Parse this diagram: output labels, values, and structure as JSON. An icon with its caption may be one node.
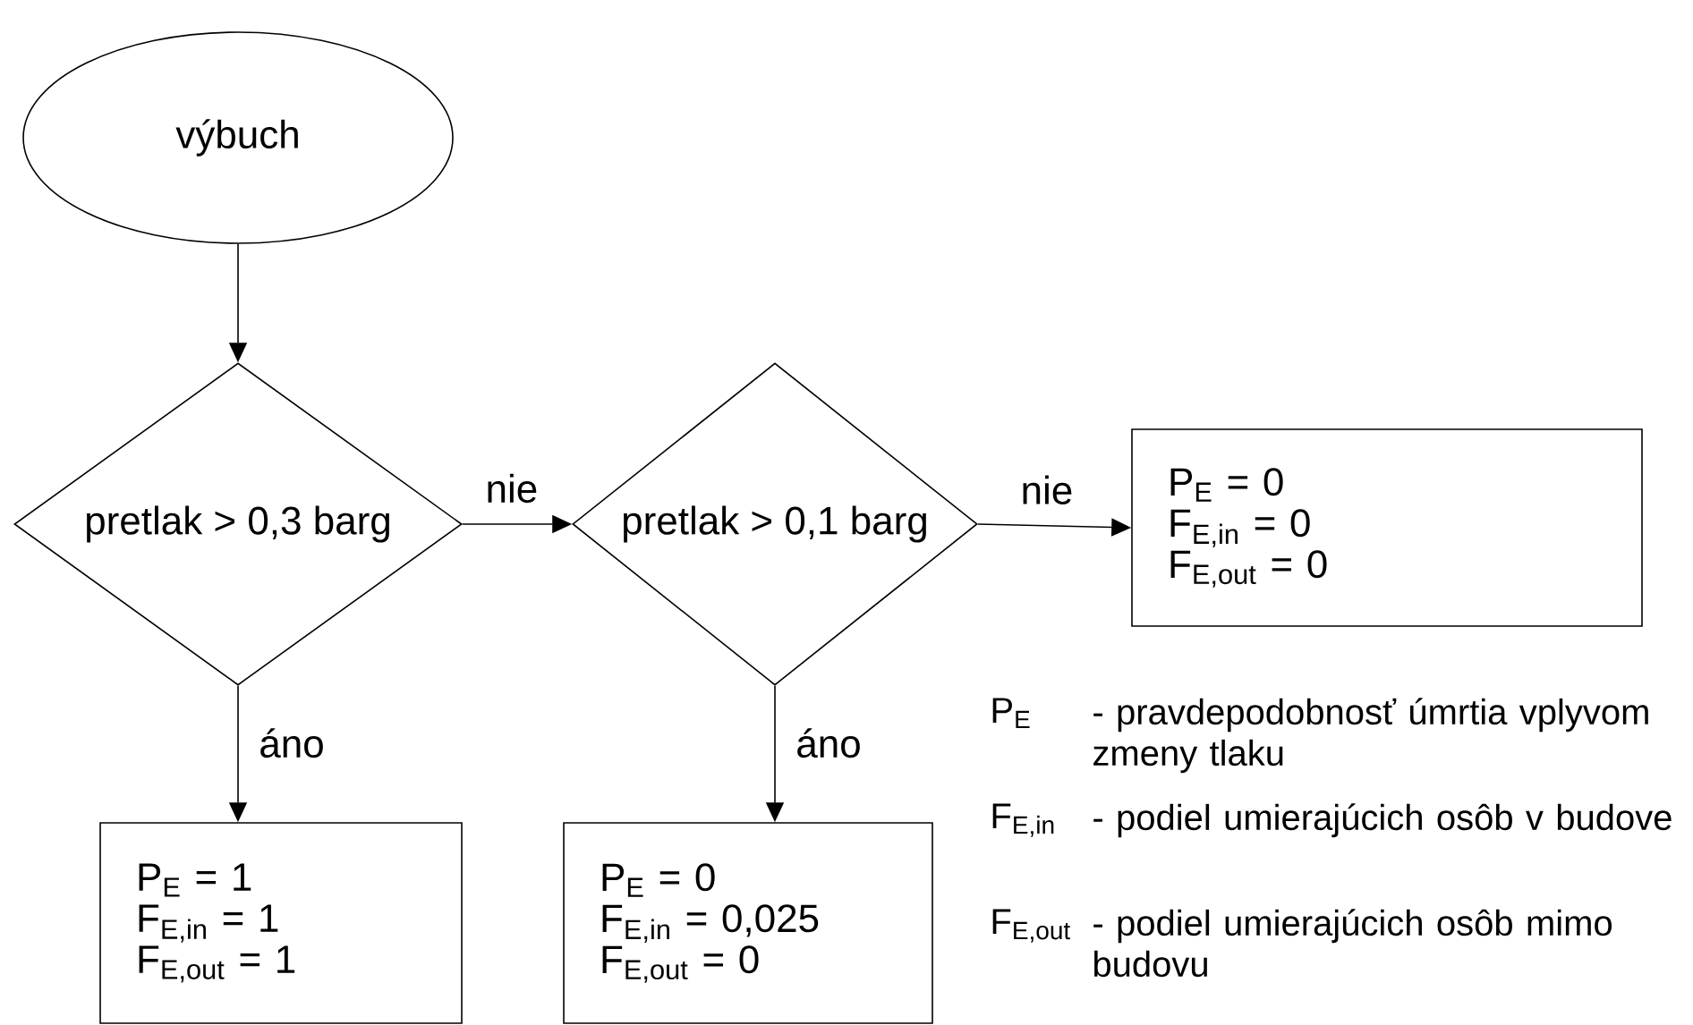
{
  "diagram": {
    "nodes": [
      {
        "text": [
          "výbuch"
        ]
      },
      {
        "text": [
          "pretlak > 0,3 barg"
        ]
      },
      {
        "text": [
          "pretlak > 0,1 barg"
        ]
      },
      {
        "text": [
          "P$_{E}$ = 0",
          "F$_{E,in}$ = 0",
          "F$_{E,out}$ = 0"
        ]
      },
      {
        "text": [
          "P$_{E}$ = 1",
          "F$_{E,in}$ = 1",
          "F$_{E,out}$ = 1"
        ]
      },
      {
        "text": [
          "P$_{E}$ = 0",
          "F$_{E,in}$ = 0,025",
          "F$_{E,out}$ = 0"
        ]
      }
    ],
    "edges": [
      {
        "from": 0,
        "to": 1,
        "arrow": "to"
      },
      {
        "from": 1,
        "to": 2,
        "arrow": "to",
        "label": "nie"
      },
      {
        "from": 2,
        "to": 3,
        "arrow": "to",
        "label": "nie"
      },
      {
        "from": 1,
        "to": 4,
        "arrow": "to",
        "label": "áno"
      },
      {
        "from": 2,
        "to": 5,
        "arrow": "to",
        "label": "áno"
      }
    ],
    "labels": [
      "P$_{E}$",
      "- pravdepodobnosť úmrtia vplyvom zmeny tlaku",
      "F$_{E,in}$",
      "- podiel umierajúcich osôb v budove",
      "F$_{E,out}$",
      "- podiel umierajúcich osôb mimo budovu"
    ]
  }
}
